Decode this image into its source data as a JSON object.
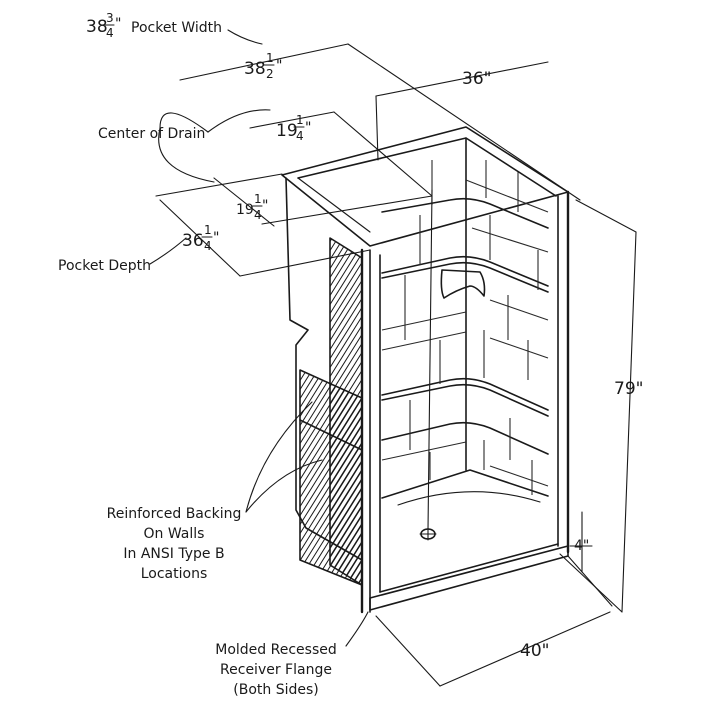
{
  "labels": {
    "pocket_width_whole": "38",
    "pocket_width_num": "3",
    "pocket_width_den": "4",
    "pocket_width_unit": "\"",
    "pocket_width": "Pocket Width",
    "width_outer_whole": "38",
    "width_outer_num": "1",
    "width_outer_den": "2",
    "width_outer_unit": "\"",
    "width_inner": "36\"",
    "center_of_drain": "Center of Drain",
    "drain_x_whole": "19",
    "drain_x_num": "1",
    "drain_x_den": "4",
    "drain_x_unit": "\"",
    "drain_y_whole": "19",
    "drain_y_num": "1",
    "drain_y_den": "4",
    "drain_y_unit": "\"",
    "depth_whole": "36",
    "depth_num": "1",
    "depth_den": "4",
    "depth_unit": "\"",
    "pocket_depth": "Pocket Depth",
    "height": "79\"",
    "threshold": "4\"",
    "depth_front": "40\"",
    "reinforced_line1": "Reinforced Backing",
    "reinforced_line2": "On Walls",
    "reinforced_line3": "In ANSI Type B",
    "reinforced_line4": "Locations",
    "flange_line1": "Molded Recessed",
    "flange_line2": "Receiver Flange",
    "flange_line3": "(Both Sides)"
  }
}
